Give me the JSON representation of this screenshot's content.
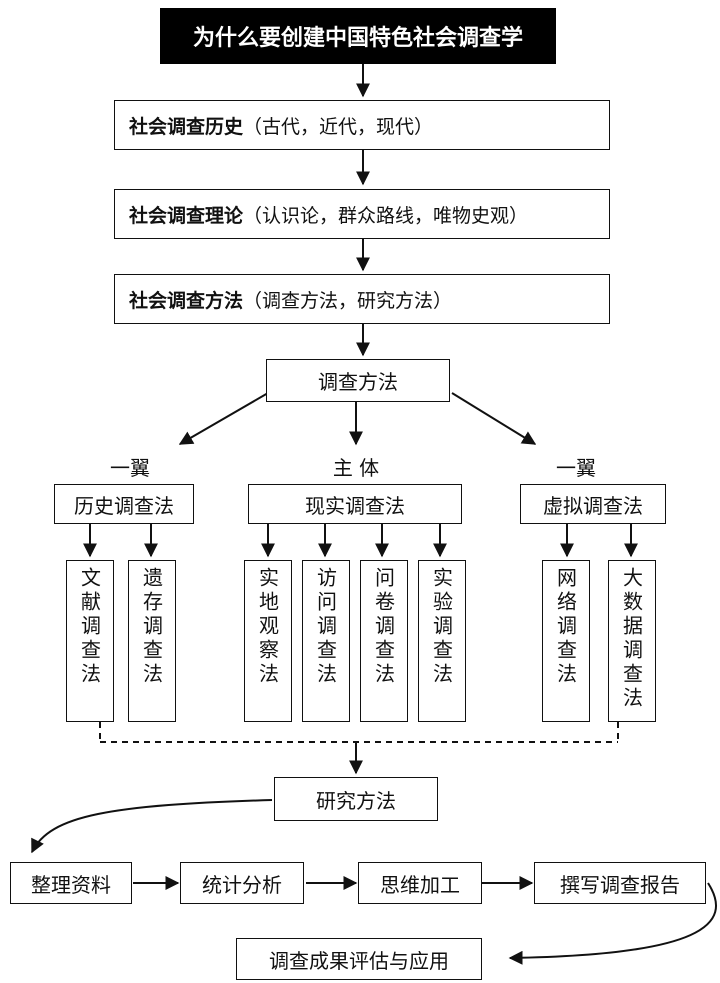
{
  "title": "为什么要创建中国特色社会调查学",
  "levels": [
    {
      "bold": "社会调查历史",
      "detail": "（古代，近代，现代）"
    },
    {
      "bold": "社会调查理论",
      "detail": "（认识论，群众路线，唯物史观）"
    },
    {
      "bold": "社会调查方法",
      "detail": "（调查方法，研究方法）"
    }
  ],
  "survey_methods": "调查方法",
  "wing_left": "一翼",
  "main_body": "主 体",
  "wing_right": "一翼",
  "categories": {
    "history": "历史调查法",
    "reality": "现实调查法",
    "virtual": "虚拟调查法"
  },
  "methods": {
    "history": [
      "文献调查法",
      "遗存调查法"
    ],
    "reality": [
      "实地观察法",
      "访问调查法",
      "问卷调查法",
      "实验调查法"
    ],
    "virtual": [
      "网络调查法",
      "大数据调查法"
    ]
  },
  "research_methods": "研究方法",
  "steps": [
    "整理资料",
    "统计分析",
    "思维加工",
    "撰写调查报告"
  ],
  "final": "调查成果评估与应用"
}
